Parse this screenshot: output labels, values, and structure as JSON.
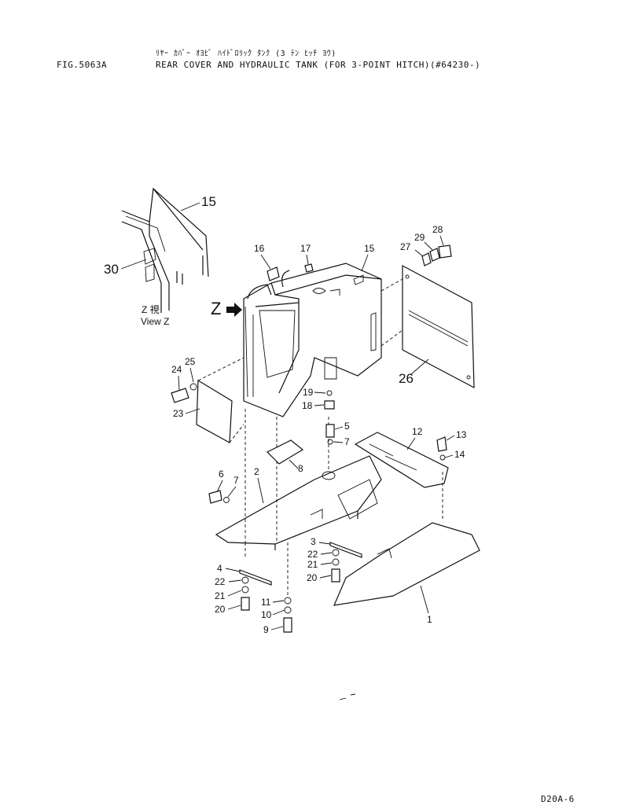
{
  "header": {
    "fig_number": "FIG.5063A",
    "title_jp": "ﾘﾔｰ ｶﾊﾞｰ ｵﾖﾋﾞ ﾊｲﾄﾞﾛﾘｯｸ ﾀﾝｸ (3 ﾃﾝ ﾋｯﾁ ﾖｳ)",
    "title_en": "REAR COVER AND HYDRAULIC TANK (FOR 3-POINT HITCH)(#64230-)"
  },
  "view": {
    "arrow_label": "Z",
    "caption_jp": "Z 視",
    "caption_en": "View Z"
  },
  "callouts": {
    "c1": "1",
    "c2": "2",
    "c3": "3",
    "c4": "4",
    "c5": "5",
    "c6": "6",
    "c7a": "7",
    "c7b": "7",
    "c8": "8",
    "c9": "9",
    "c10": "10",
    "c11": "11",
    "c12": "12",
    "c13": "13",
    "c14": "14",
    "c15a": "15",
    "c15b": "15",
    "c16": "16",
    "c17": "17",
    "c18": "18",
    "c19": "19",
    "c20a": "20",
    "c20b": "20",
    "c21a": "21",
    "c21b": "21",
    "c22a": "22",
    "c22b": "22",
    "c23": "23",
    "c24": "24",
    "c25": "25",
    "c26": "26",
    "c27": "27",
    "c28": "28",
    "c29": "29",
    "c30": "30"
  },
  "footer": {
    "page_code": "D20A-6"
  }
}
